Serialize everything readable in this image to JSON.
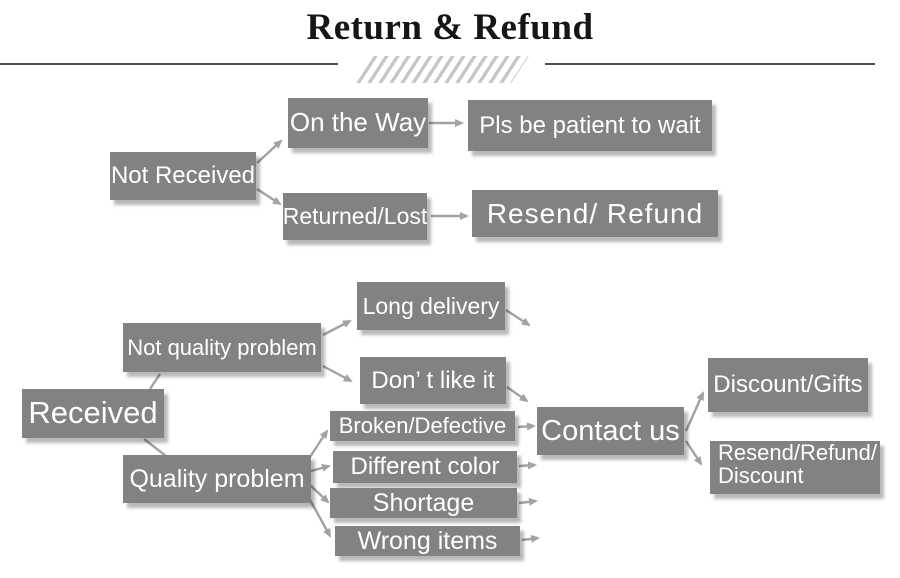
{
  "title": "Return & Refund",
  "colors": {
    "box": "#828282",
    "boxText": "#ffffff",
    "arrow": "#a2a2a2",
    "titleColor": "#161616",
    "line": "#4f4f4f",
    "hatch": "#c6c6c6",
    "bg": "#ffffff"
  },
  "nodes": [
    {
      "id": "not-received",
      "label": "Not Received"
    },
    {
      "id": "on-the-way",
      "label": "On the Way"
    },
    {
      "id": "returned-lost",
      "label": "Returned/Lost"
    },
    {
      "id": "pls-be-patient",
      "label": "Pls be patient to wait"
    },
    {
      "id": "resend-refund",
      "label": "Resend/ Refund"
    },
    {
      "id": "received",
      "label": "Received"
    },
    {
      "id": "not-quality-problem",
      "label": "Not quality problem"
    },
    {
      "id": "quality-problem",
      "label": "Quality problem"
    },
    {
      "id": "long-delivery",
      "label": "Long delivery"
    },
    {
      "id": "dont-like-it",
      "label": "Don’ t like it"
    },
    {
      "id": "broken-defective",
      "label": "Broken/Defective"
    },
    {
      "id": "different-color",
      "label": "Different color"
    },
    {
      "id": "shortage",
      "label": "Shortage"
    },
    {
      "id": "wrong-items",
      "label": "Wrong items"
    },
    {
      "id": "contact-us",
      "label": "Contact us"
    },
    {
      "id": "discount-gifts",
      "label": "Discount/Gifts"
    },
    {
      "id": "resend-refund-discount",
      "lines": [
        "Resend/Refund/",
        "Discount"
      ]
    }
  ],
  "edges": [
    {
      "from": "not-received",
      "to": "on-the-way"
    },
    {
      "from": "not-received",
      "to": "returned-lost"
    },
    {
      "from": "on-the-way",
      "to": "pls-be-patient"
    },
    {
      "from": "returned-lost",
      "to": "resend-refund"
    },
    {
      "from": "received",
      "to": "not-quality-problem"
    },
    {
      "from": "received",
      "to": "quality-problem"
    },
    {
      "from": "not-quality-problem",
      "to": "long-delivery"
    },
    {
      "from": "not-quality-problem",
      "to": "dont-like-it"
    },
    {
      "from": "long-delivery",
      "to": "contact-us"
    },
    {
      "from": "dont-like-it",
      "to": "contact-us"
    },
    {
      "from": "quality-problem",
      "to": "broken-defective"
    },
    {
      "from": "quality-problem",
      "to": "different-color"
    },
    {
      "from": "quality-problem",
      "to": "shortage"
    },
    {
      "from": "quality-problem",
      "to": "wrong-items"
    },
    {
      "from": "broken-defective",
      "to": "contact-us"
    },
    {
      "from": "different-color",
      "to": "contact-us"
    },
    {
      "from": "shortage",
      "to": "contact-us"
    },
    {
      "from": "wrong-items",
      "to": "contact-us"
    },
    {
      "from": "contact-us",
      "to": "discount-gifts"
    },
    {
      "from": "contact-us",
      "to": "resend-refund-discount"
    }
  ]
}
